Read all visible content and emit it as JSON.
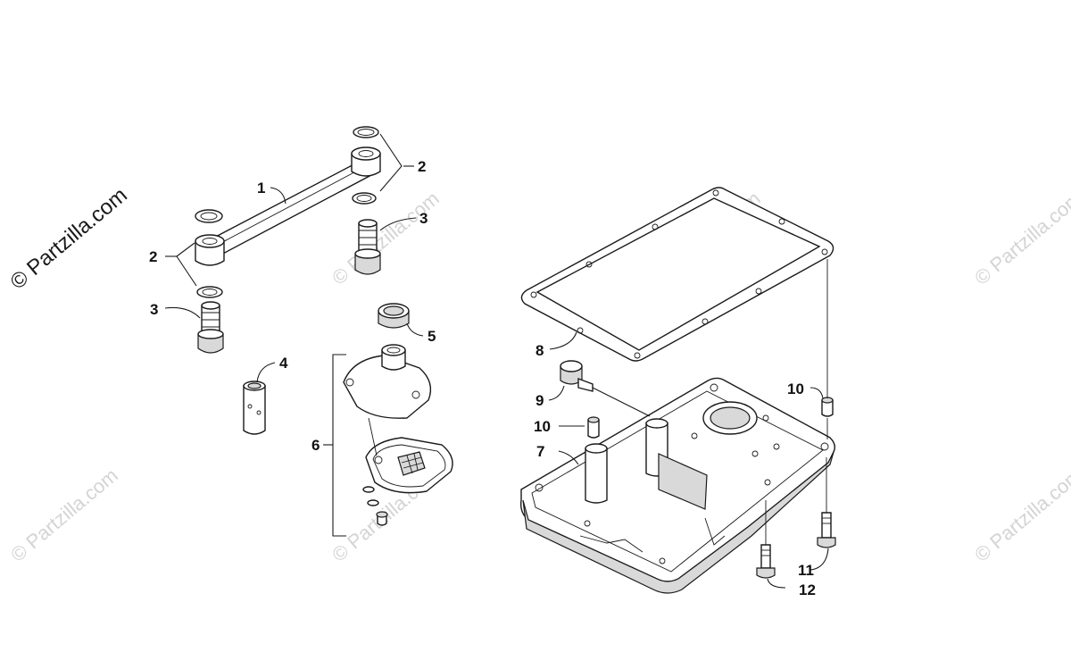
{
  "watermark": {
    "main": "© Partzilla.com",
    "repeat": "© Partzilla.com"
  },
  "callouts": {
    "c1": "1",
    "c2a": "2",
    "c2b": "2",
    "c3a": "3",
    "c3b": "3",
    "c4": "4",
    "c5": "5",
    "c6": "6",
    "c7": "7",
    "c8": "8",
    "c9": "9",
    "c10a": "10",
    "c10b": "10",
    "c11": "11",
    "c12": "12"
  }
}
